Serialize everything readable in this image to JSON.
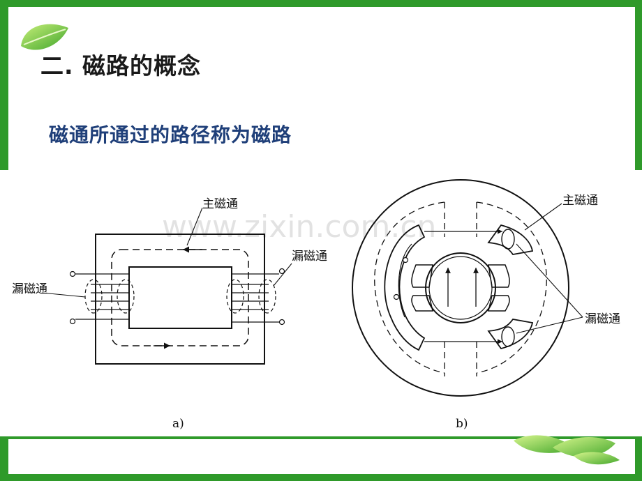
{
  "slide": {
    "title": "二. 磁路的概念",
    "subtitle": "磁通所通过的路径称为磁路",
    "watermark": "www.zixin.com.cn"
  },
  "figure_a": {
    "label_main_flux": "主磁通",
    "label_leak_left": "漏磁通",
    "label_leak_right": "漏磁通",
    "caption": "a)"
  },
  "figure_b": {
    "label_main_flux": "主磁通",
    "label_leak": "漏磁通",
    "caption": "b)"
  },
  "icons": {
    "top_left": "leaf-icon",
    "bottom_right": "leaf-cluster-icon"
  },
  "colors": {
    "frame_green": "#2f9a2a",
    "title_color": "#1a1a1a",
    "subtitle_color": "#1f3f79"
  }
}
